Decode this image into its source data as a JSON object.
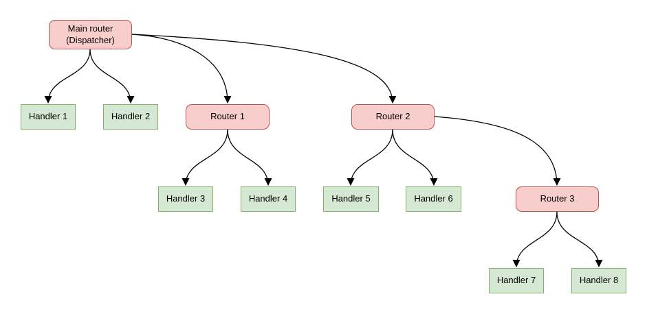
{
  "diagram": {
    "kind": "tree-diagram",
    "background": "#ffffff",
    "colors": {
      "router_fill": "#f8cecc",
      "router_stroke": "#b85450",
      "handler_fill": "#d5e8d4",
      "handler_stroke": "#82b366",
      "edge": "#000000",
      "text": "#000000"
    },
    "nodes": [
      {
        "id": "main-router",
        "kind": "router",
        "label": "Main router (Dispatcher)",
        "line1": "Main router",
        "line2": "(Dispatcher)"
      },
      {
        "id": "handler-1",
        "kind": "handler",
        "label": "Handler 1"
      },
      {
        "id": "handler-2",
        "kind": "handler",
        "label": "Handler 2"
      },
      {
        "id": "router-1",
        "kind": "router",
        "label": "Router 1"
      },
      {
        "id": "router-2",
        "kind": "router",
        "label": "Router 2"
      },
      {
        "id": "handler-3",
        "kind": "handler",
        "label": "Handler 3"
      },
      {
        "id": "handler-4",
        "kind": "handler",
        "label": "Handler 4"
      },
      {
        "id": "handler-5",
        "kind": "handler",
        "label": "Handler 5"
      },
      {
        "id": "handler-6",
        "kind": "handler",
        "label": "Handler 6"
      },
      {
        "id": "router-3",
        "kind": "router",
        "label": "Router 3"
      },
      {
        "id": "handler-7",
        "kind": "handler",
        "label": "Handler 7"
      },
      {
        "id": "handler-8",
        "kind": "handler",
        "label": "Handler 8"
      }
    ],
    "edges": [
      {
        "from": "main-router",
        "to": "handler-1"
      },
      {
        "from": "main-router",
        "to": "handler-2"
      },
      {
        "from": "main-router",
        "to": "router-1"
      },
      {
        "from": "main-router",
        "to": "router-2"
      },
      {
        "from": "router-1",
        "to": "handler-3"
      },
      {
        "from": "router-1",
        "to": "handler-4"
      },
      {
        "from": "router-2",
        "to": "handler-5"
      },
      {
        "from": "router-2",
        "to": "handler-6"
      },
      {
        "from": "router-2",
        "to": "router-3"
      },
      {
        "from": "router-3",
        "to": "handler-7"
      },
      {
        "from": "router-3",
        "to": "handler-8"
      }
    ]
  }
}
